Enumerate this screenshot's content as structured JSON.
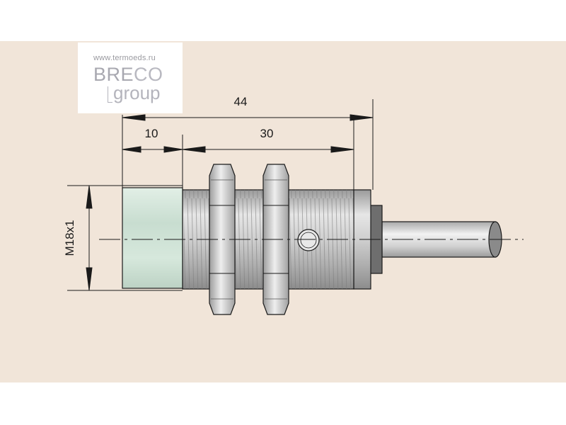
{
  "watermark": {
    "url": "www.termoeds.ru",
    "brand_main": "BRE",
    "brand_co": "CO",
    "brand_sub": "group"
  },
  "dimensions": {
    "total_length": "44",
    "head_length": "10",
    "thread_length": "30",
    "thread_spec": "M18x1"
  },
  "colors": {
    "background": "#f1e5d9",
    "sensing_face": "#cfe3d6",
    "metal_body": "#c9c9c9",
    "line": "#1a1a1a"
  }
}
